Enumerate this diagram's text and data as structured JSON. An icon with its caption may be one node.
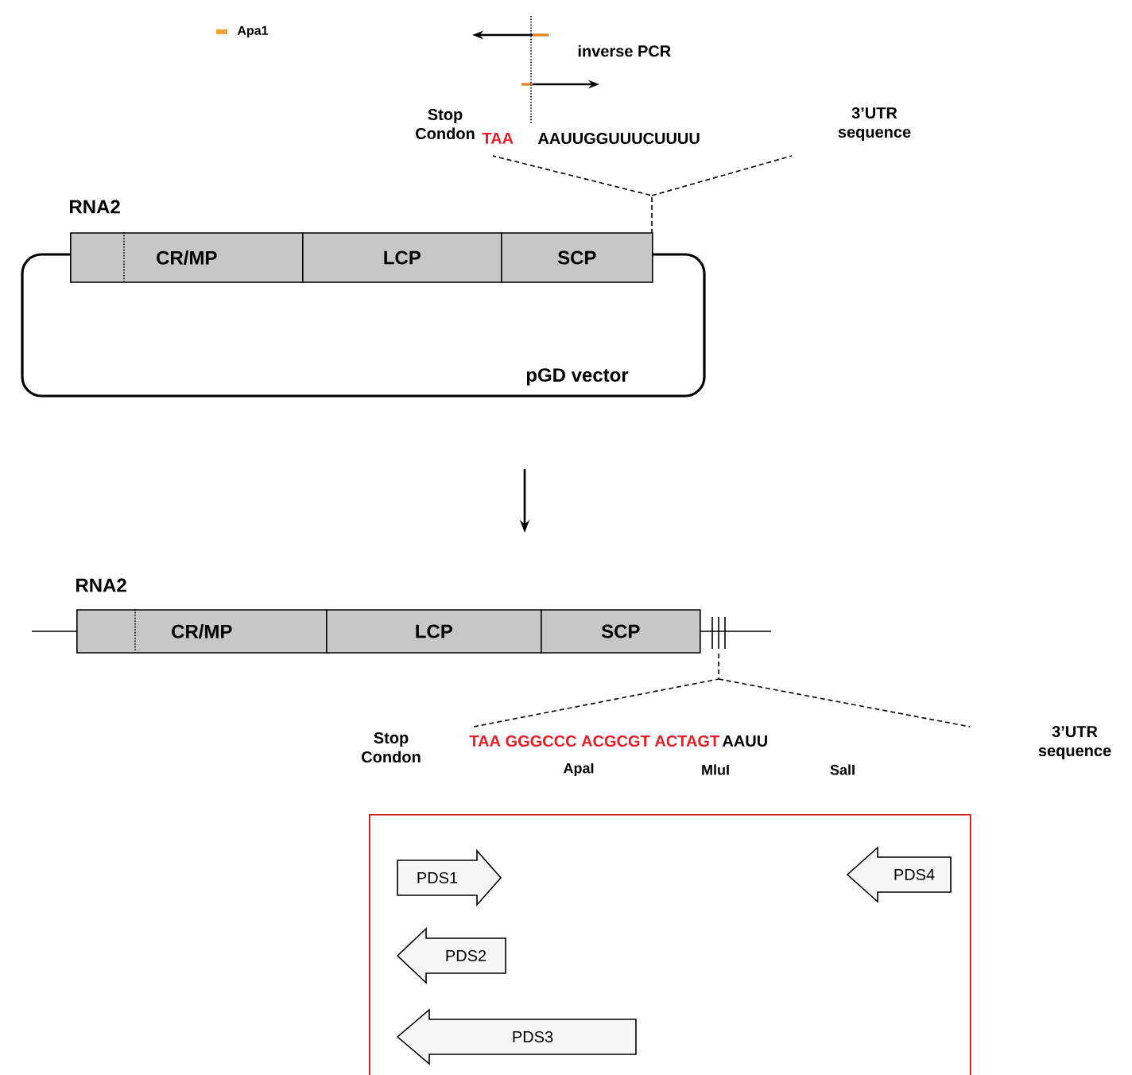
{
  "diagram": {
    "nodes": [
      {
        "text": [
          "pGD vector"
        ]
      },
      {
        "text": [
          "CR/MP"
        ]
      },
      {
        "text": [
          "LCP"
        ]
      },
      {
        "text": [
          "SCP"
        ]
      },
      {
        "text": [],
        "shape": "arrow"
      },
      {
        "text": [
          "CR/MP"
        ]
      },
      {
        "text": [
          "LCP"
        ]
      },
      {
        "text": [
          "SCP"
        ]
      },
      {
        "text": [],
        "shape": "box"
      },
      {
        "text": [
          "PDS1"
        ],
        "in": 8
      },
      {
        "text": [
          "PDS4"
        ],
        "in": 8
      },
      {
        "text": [
          "PDS2"
        ],
        "in": 8
      },
      {
        "text": [
          "PDS3"
        ],
        "in": 8
      }
    ],
    "labels": [
      "inverse PCR",
      "Stop Condon",
      "TAA",
      "AAUUGGUUUCUUUU",
      "3’UTR sequence",
      "RNA2",
      "RNA2",
      "Stop Condon",
      "TAA GGGCCC ACGCGT ACTAGT",
      "AAUU",
      "3’UTR sequence",
      "ApaI",
      "MluI",
      "SalI"
    ],
    "legend": [
      {
        "text": "Apa1",
        "color": "#f5a030"
      }
    ]
  }
}
